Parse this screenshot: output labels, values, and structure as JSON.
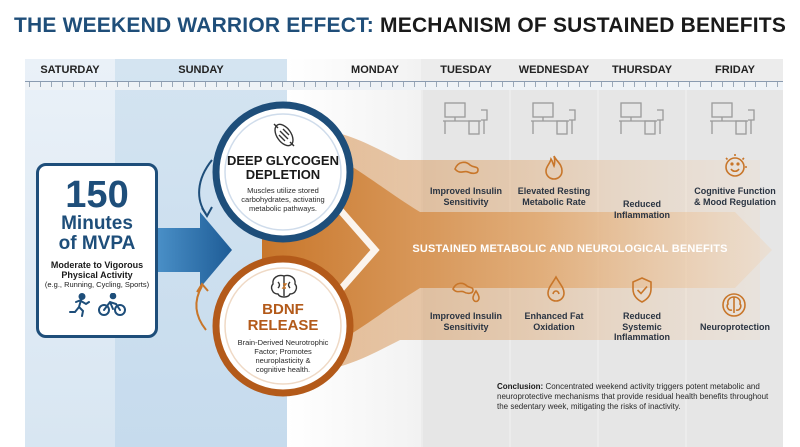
{
  "title": {
    "part1": "THE WEEKEND WARRIOR EFFECT:",
    "part2": "MECHANISM OF SUSTAINED BENEFITS"
  },
  "days": [
    "SATURDAY",
    "SUNDAY",
    "MONDAY",
    "TUESDAY",
    "WEDNESDAY",
    "THURSDAY",
    "FRIDAY"
  ],
  "activity": {
    "number": "150",
    "unit_line1": "Minutes",
    "unit_line2": "of MVPA",
    "subtitle_line1": "Moderate to Vigorous",
    "subtitle_line2": "Physical Activity",
    "examples": "(e.g., Running, Cycling, Sports)",
    "icons": [
      "runner-icon",
      "cyclist-icon"
    ]
  },
  "glycogen": {
    "title_line1": "DEEP GLYCOGEN",
    "title_line2": "DEPLETION",
    "body_line1": "Muscles utilize stored",
    "body_line2": "carbohydrates, activating",
    "body_line3": "metabolic pathways.",
    "icon": "muscle-icon",
    "color": "#1e4e7a"
  },
  "bdnf": {
    "title_line1": "BDNF",
    "title_line2": "RELEASE",
    "body_line1": "Brain-Derived Neurotrophic",
    "body_line2": "Factor; Promotes",
    "body_line3": "neuroplasticity &",
    "body_line4": "cognitive health.",
    "icon": "brain-icon",
    "color": "#b35a1a"
  },
  "banner": "SUSTAINED METABOLIC AND NEUROLOGICAL BENEFITS",
  "benefits_top": [
    {
      "line1": "Improved Insulin",
      "line2": "Sensitivity",
      "icon": "pancreas-icon"
    },
    {
      "line1": "Elevated Resting",
      "line2": "Metabolic Rate",
      "icon": "flame-icon"
    },
    {
      "line1": "Reduced",
      "line2": "Inflammation",
      "icon": ""
    },
    {
      "line1": "Cognitive Function",
      "line2": "& Mood Regulation",
      "icon": "smiley-icon"
    }
  ],
  "benefits_bottom": [
    {
      "line1": "Improved Insulin",
      "line2": "Sensitivity",
      "line3": "",
      "icon": "pancreas-drop-icon"
    },
    {
      "line1": "Enhanced Fat",
      "line2": "Oxidation",
      "line3": "",
      "icon": "fat-drop-icon"
    },
    {
      "line1": "Reduced",
      "line2": "Systemic",
      "line3": "Inflammation",
      "icon": "shield-check-icon"
    },
    {
      "line1": "Neuroprotection",
      "line2": "",
      "line3": "",
      "icon": "brain-protect-icon"
    }
  ],
  "desk_icons": [
    "desk-icon",
    "desk-icon",
    "desk-icon",
    "desk-icon",
    "desk-icon"
  ],
  "conclusion": {
    "label": "Conclusion:",
    "text": "Concentrated weekend activity triggers potent metabolic and neuroprotective mechanisms that provide residual health benefits throughout the sedentary week, mitigating the risks of inactivity."
  },
  "colors": {
    "navy": "#1e4e7a",
    "orange": "#c8762a",
    "sunday_bg": "#dce9f4",
    "weekday_bg": "#eeeeee"
  }
}
